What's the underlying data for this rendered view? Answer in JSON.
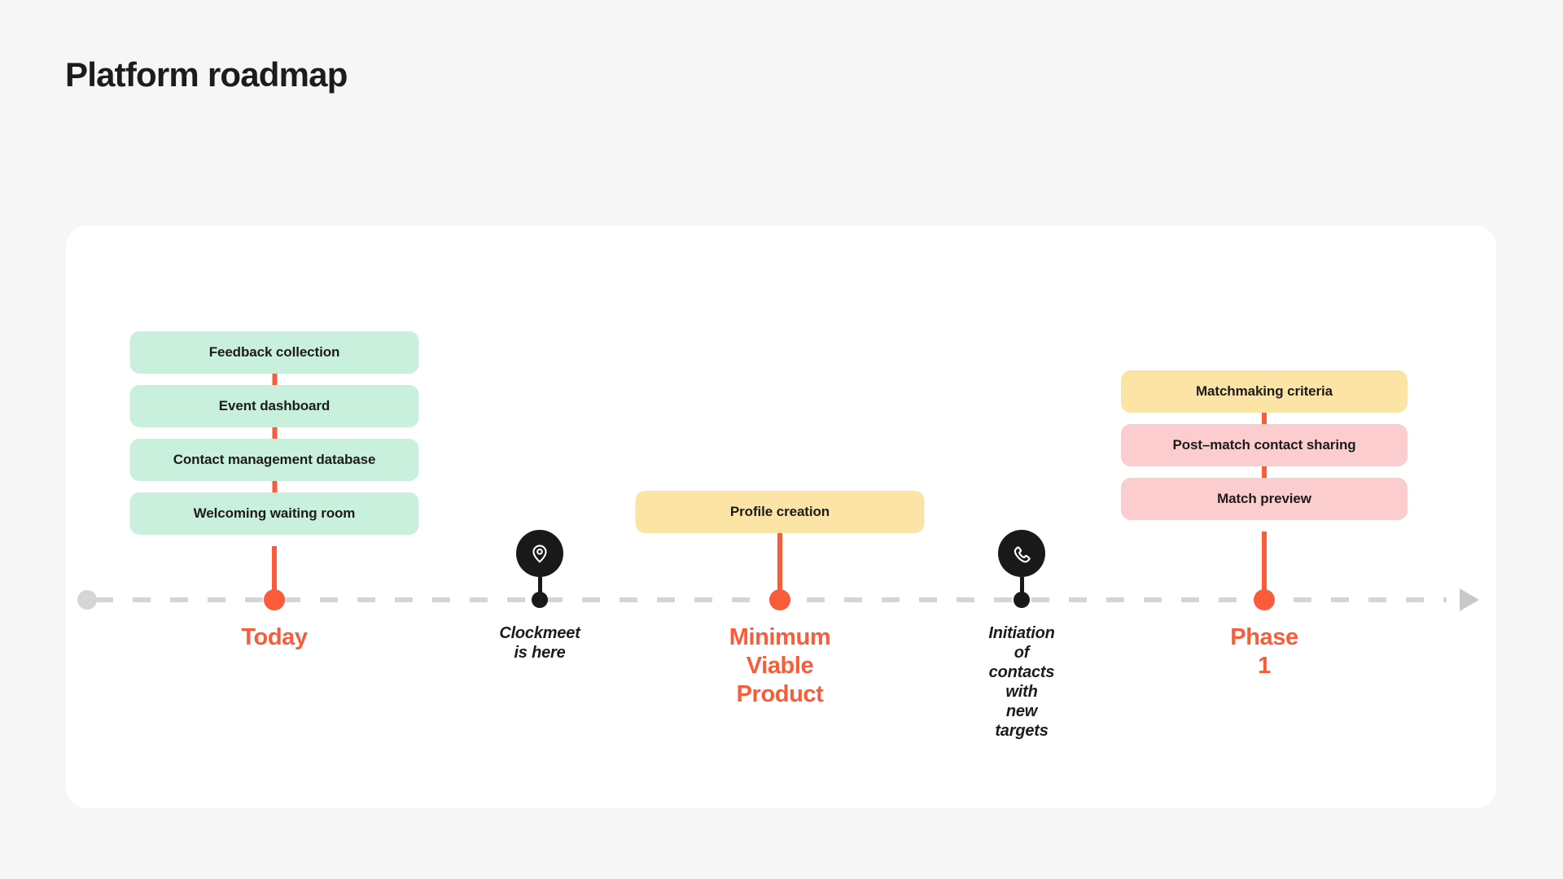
{
  "page": {
    "title": "Platform roadmap",
    "background_color": "#F6F6F6",
    "board_color": "#FFFFFF"
  },
  "colors": {
    "accent_orange": "#FA5B38",
    "axis_gray": "#D4D5D6",
    "card_green": "#C9F0DC",
    "card_yellow": "#FCE4A6",
    "card_pink": "#FCCDCE",
    "badge_black": "#17191A",
    "text_dark": "#1C1C1C"
  },
  "timeline": {
    "type": "roadmap",
    "orientation": "horizontal",
    "start_marker": "gray-dot",
    "end_marker": "arrow-right",
    "line_style": "dashed",
    "milestones": [
      {
        "id": "today",
        "label": "Today",
        "label_style": "accent",
        "marker": "orange-dot",
        "x_percent": 14.1,
        "cards": [
          {
            "text": "Feedback collection",
            "color": "green"
          },
          {
            "text": "Event dashboard",
            "color": "green"
          },
          {
            "text": "Contact management database",
            "color": "green"
          },
          {
            "text": "Welcoming waiting room",
            "color": "green"
          }
        ]
      },
      {
        "id": "clockmeet",
        "label": "Clockmeet\nis here",
        "label_style": "italic",
        "marker": "black-dot",
        "icon": "location-pin-icon",
        "x_percent": 33.5,
        "cards": []
      },
      {
        "id": "mvp",
        "label": "Minimum\nViable\nProduct",
        "label_style": "accent",
        "marker": "orange-dot",
        "x_percent": 48.5,
        "cards": [
          {
            "text": "Profile creation",
            "color": "yellow"
          }
        ]
      },
      {
        "id": "initiation-of-contacts",
        "label": "Initiation of contacts\nwith new targets",
        "label_style": "italic",
        "marker": "black-dot",
        "icon": "phone-icon",
        "x_percent": 63.5,
        "cards": []
      },
      {
        "id": "phase-1",
        "label": "Phase 1",
        "label_style": "accent",
        "marker": "orange-dot",
        "x_percent": 78.6,
        "cards": [
          {
            "text": "Matchmaking criteria",
            "color": "yellow"
          },
          {
            "text": "Post–match contact sharing",
            "color": "pink"
          },
          {
            "text": "Match preview",
            "color": "pink"
          }
        ]
      }
    ]
  }
}
